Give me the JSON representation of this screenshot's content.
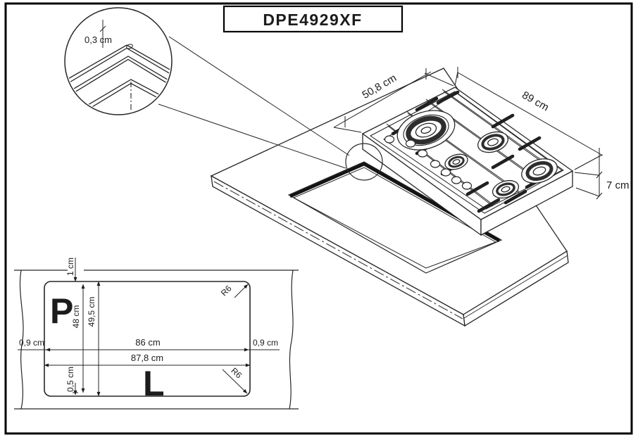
{
  "page": {
    "model_number": "DPE4929XF"
  },
  "detail_view": {
    "gap_dimension": "0,3 cm"
  },
  "isometric_view": {
    "depth_dimension": "50,8 cm",
    "width_dimension": "89 cm",
    "height_dimension": "7 cm"
  },
  "cutout_view": {
    "top_clearance": "1 cm",
    "inner_depth": "48 cm",
    "cutout_depth": "49,5 cm",
    "bottom_clearance": "0,5 cm",
    "left_clearance": "0,9 cm",
    "inner_width": "86 cm",
    "right_clearance": "0,9 cm",
    "cutout_width": "87,8 cm",
    "corner_radius_top": "R6",
    "corner_radius_bottom": "R6",
    "depth_letter": "P",
    "width_letter": "L"
  }
}
